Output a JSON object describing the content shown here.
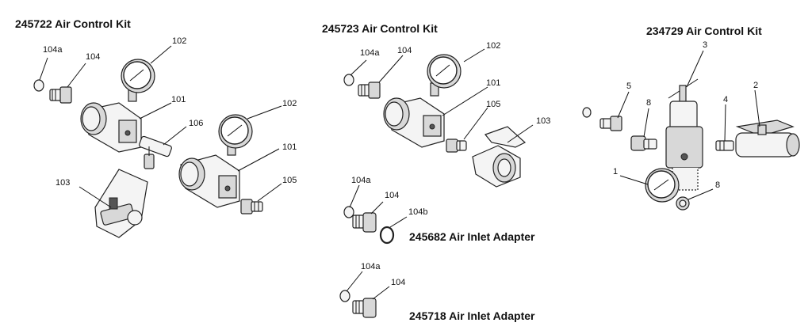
{
  "titles": {
    "kit_245722": "245722 Air Control Kit",
    "kit_245723": "245723 Air Control Kit",
    "kit_234729": "234729 Air Control Kit",
    "adapter_245682": "245682 Air Inlet Adapter",
    "adapter_245718": "245718 Air Inlet Adapter"
  },
  "callouts": {
    "k1_104a": "104a",
    "k1_104": "104",
    "k1_102a": "102",
    "k1_101a": "101",
    "k1_106": "106",
    "k1_102b": "102",
    "k1_101b": "101",
    "k1_103": "103",
    "k1_105": "105",
    "k2_104a": "104a",
    "k2_104": "104",
    "k2_102": "102",
    "k2_101": "101",
    "k2_105": "105",
    "k2_103": "103",
    "a1_104a": "104a",
    "a1_104": "104",
    "a1_104b": "104b",
    "a2_104a": "104a",
    "a2_104": "104",
    "k3_3": "3",
    "k3_5": "5",
    "k3_8a": "8",
    "k3_4": "4",
    "k3_2": "2",
    "k3_1": "1",
    "k3_8b": "8"
  }
}
